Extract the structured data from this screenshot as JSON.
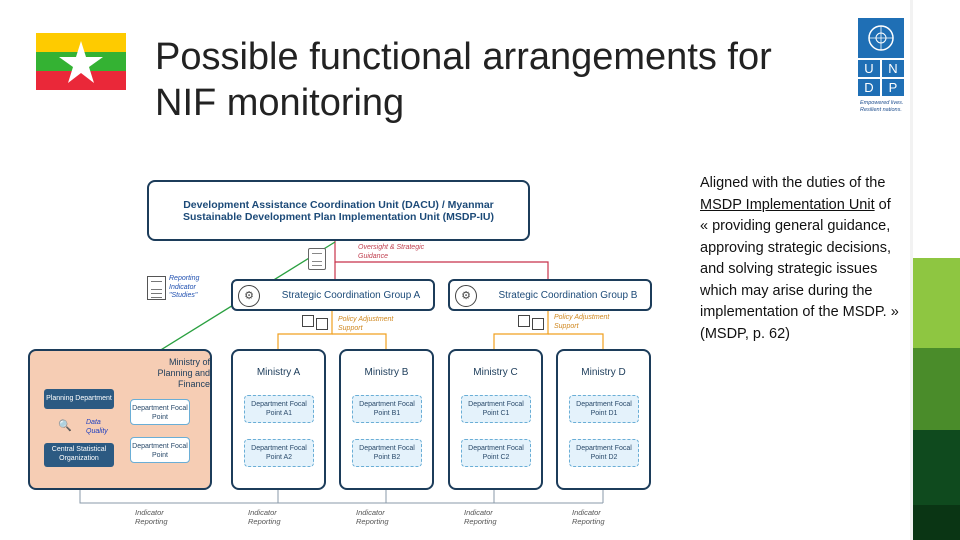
{
  "title": "Possible functional arrangements for NIF monitoring",
  "side_text": {
    "part1": "Aligned with the duties of the ",
    "link": "MSDP Implementation Unit",
    "part2": " of « providing general guidance, approving strategic decisions, and solving strategic issues which may arise during the implementation of the MSDP. » (MSDP, p. 62)"
  },
  "logo": {
    "letters": [
      "U",
      "N",
      "D",
      "P"
    ],
    "tagline_1": "Empowered lives.",
    "tagline_2": "Resilient nations."
  },
  "colors": {
    "stripe_light": "#8ec641",
    "stripe_mid": "#4a8c2a",
    "stripe_dark": "#0f4a1e",
    "undp_blue": "#1f6fb5",
    "flag_yellow": "#fecb00",
    "flag_green": "#34b233",
    "flag_red": "#ea2839"
  },
  "diagram": {
    "top_unit": "Development Assistance Coordination Unit (DACU) / Myanmar Sustainable Development Plan Implementation Unit (MSDP-IU)",
    "oversight_note": "Oversight & Strategic Guidance",
    "reporting_note": "Reporting Indicator \"Studies\"",
    "group_a": "Strategic Coordination Group A",
    "group_b": "Strategic Coordination Group B",
    "policy_note_a": "Policy Adjustment Support",
    "policy_note_b": "Policy Adjustment Support",
    "mopf": {
      "title": "Ministry of Planning and Finance",
      "planning_dept": "Planning Department",
      "cso": "Central Statistical Organization",
      "focal_1": "Department Focal Point",
      "focal_2": "Department Focal Point",
      "data_quality": "Data Quality"
    },
    "ministries": [
      {
        "name": "Ministry A",
        "fp1": "Department Focal Point A1",
        "fp2": "Department Focal Point A2"
      },
      {
        "name": "Ministry B",
        "fp1": "Department Focal Point B1",
        "fp2": "Department Focal Point B2"
      },
      {
        "name": "Ministry C",
        "fp1": "Department Focal Point C1",
        "fp2": "Department Focal Point C2"
      },
      {
        "name": "Ministry D",
        "fp1": "Department Focal Point D1",
        "fp2": "Department Focal Point D2"
      }
    ],
    "indicator_reporting": [
      "Indicator Reporting",
      "Indicator Reporting",
      "Indicator Reporting",
      "Indicator Reporting",
      "Indicator Reporting"
    ]
  }
}
